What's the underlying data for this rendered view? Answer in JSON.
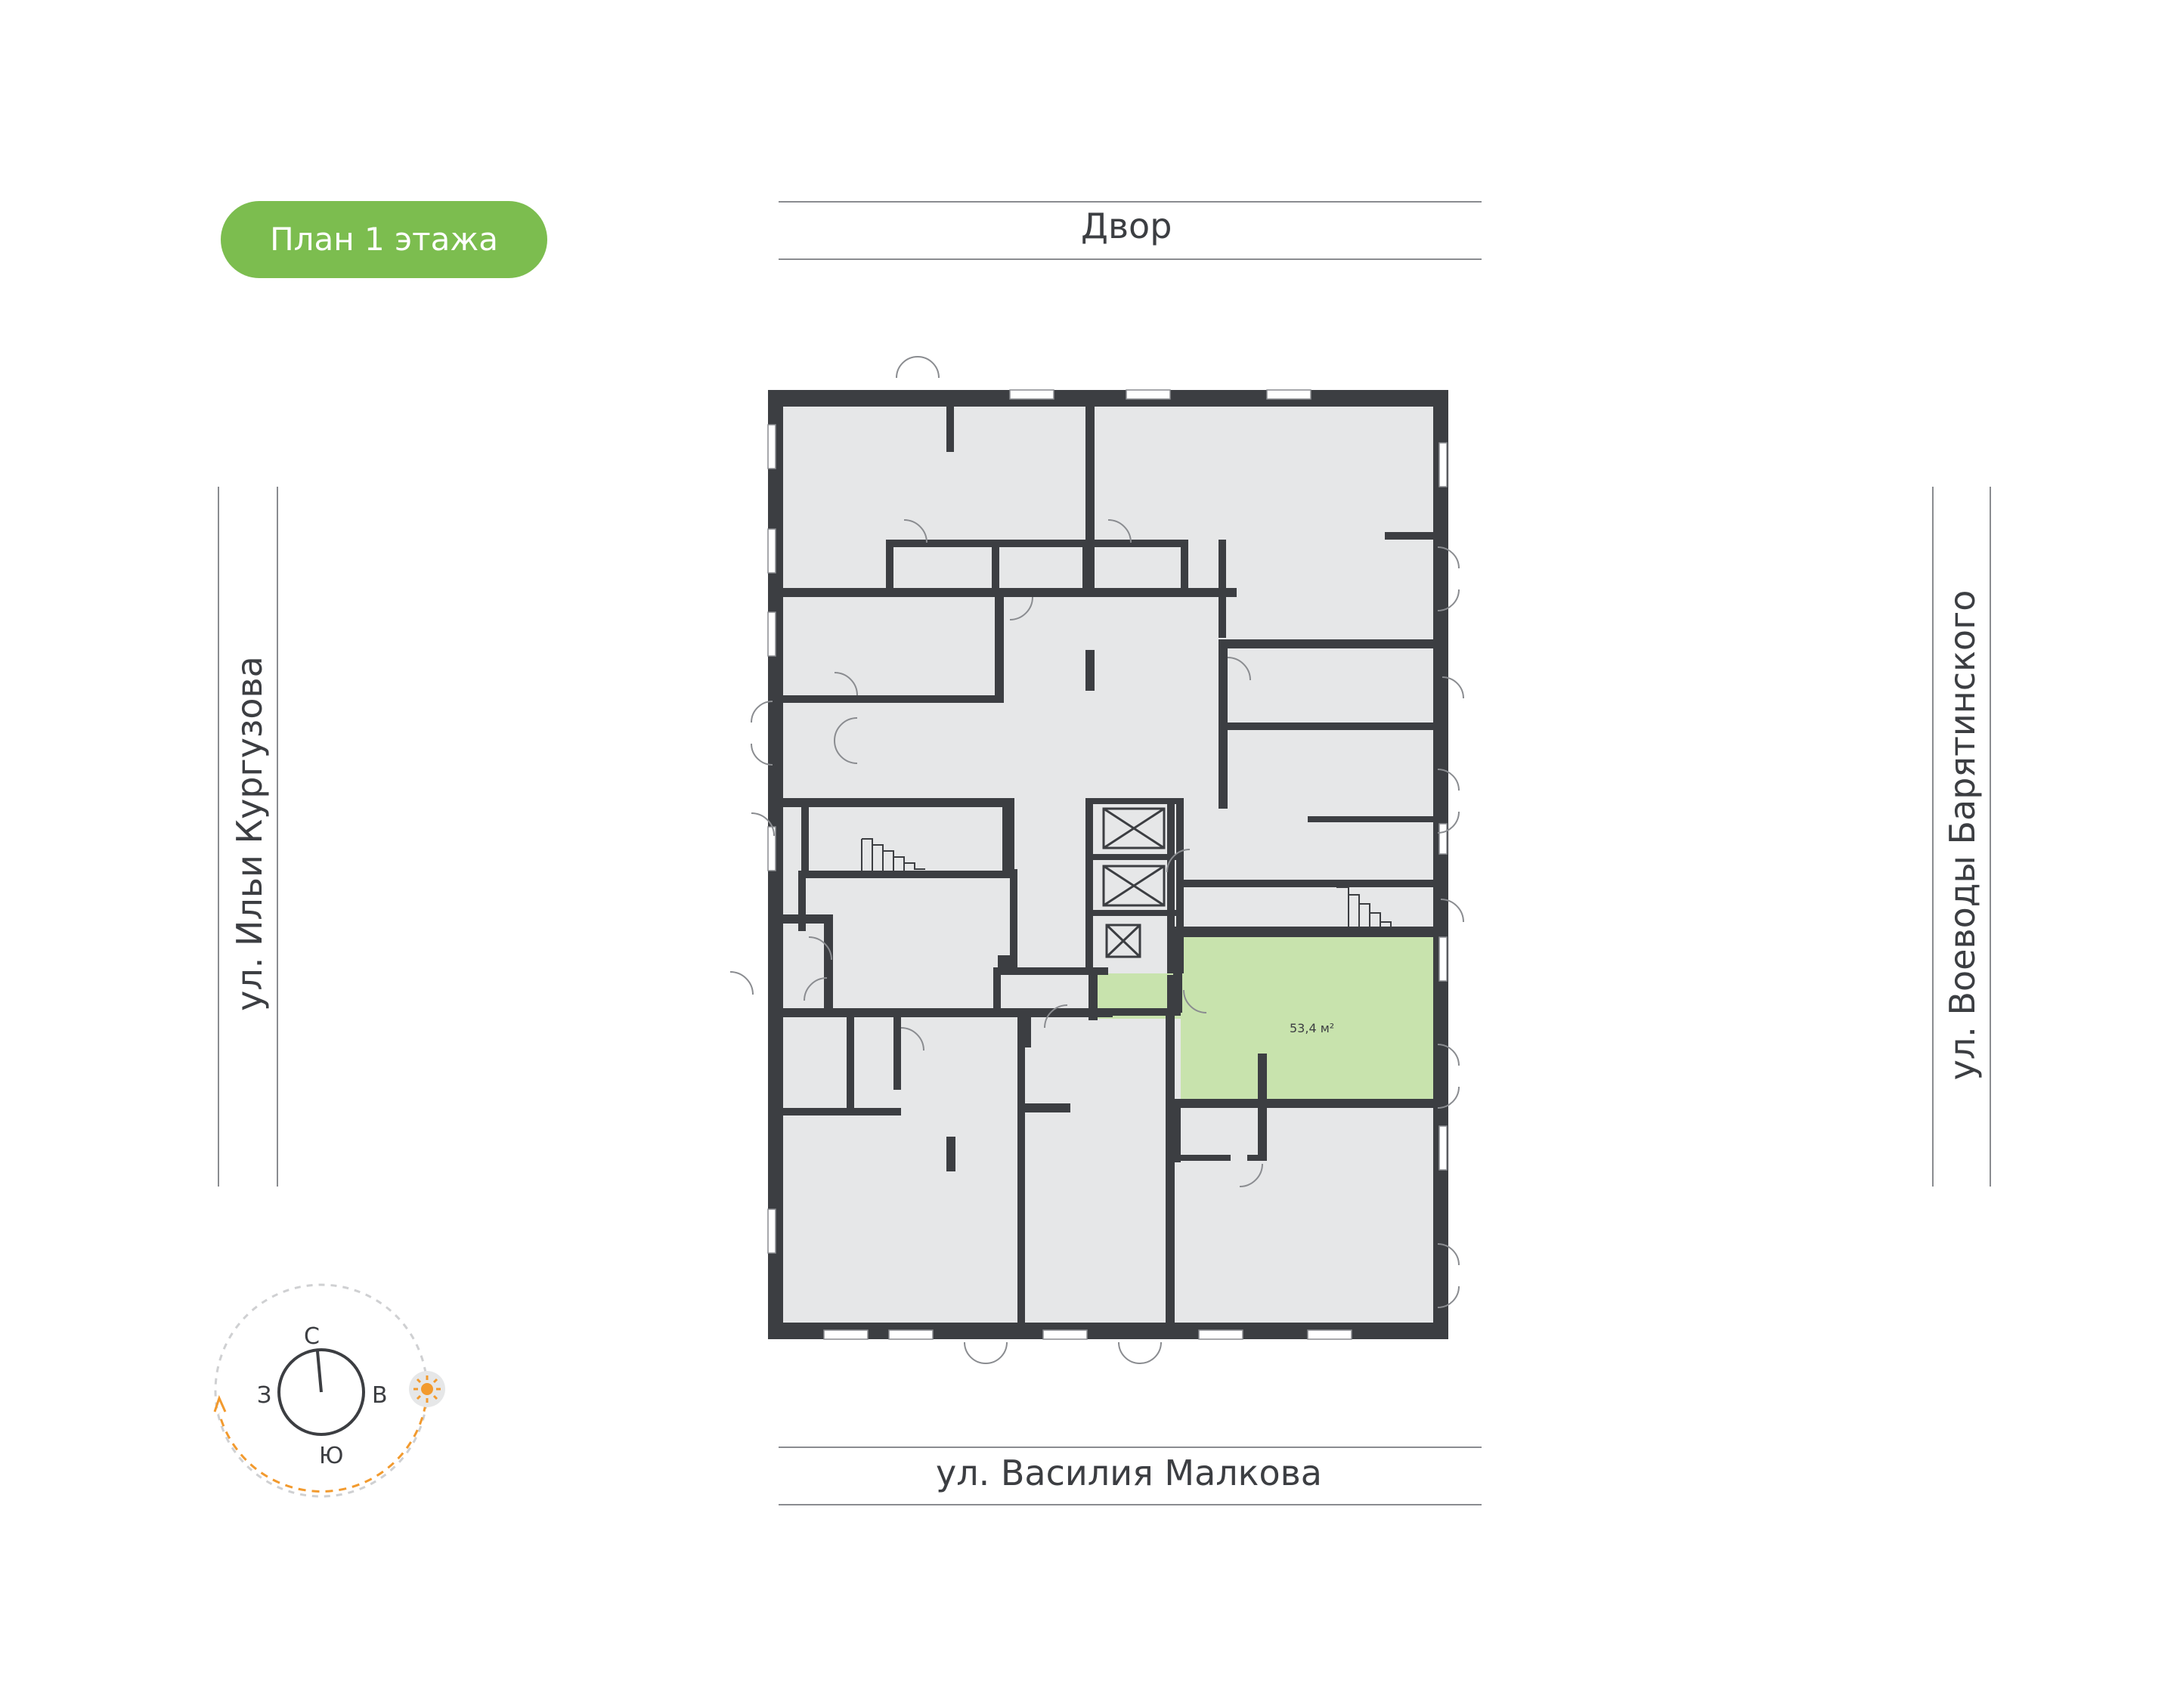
{
  "badge": {
    "label": "План 1 этажа"
  },
  "streets": {
    "top": "Двор",
    "bottom": "ул. Василия Малкова",
    "left": "ул. Ильи Кургузова",
    "right": "ул. Воеводы Барятинского"
  },
  "apartment": {
    "area": "53,4 м²",
    "highlight_color": "#c8e3ad"
  },
  "compass": {
    "north": "С",
    "south": "Ю",
    "west": "З",
    "east": "В",
    "sun_icon": "sun-icon"
  },
  "colors": {
    "wall": "#3c3e42",
    "room": "#e6e7e8",
    "accent": "#7cbd4f",
    "sun_path": "#f29a2e"
  }
}
